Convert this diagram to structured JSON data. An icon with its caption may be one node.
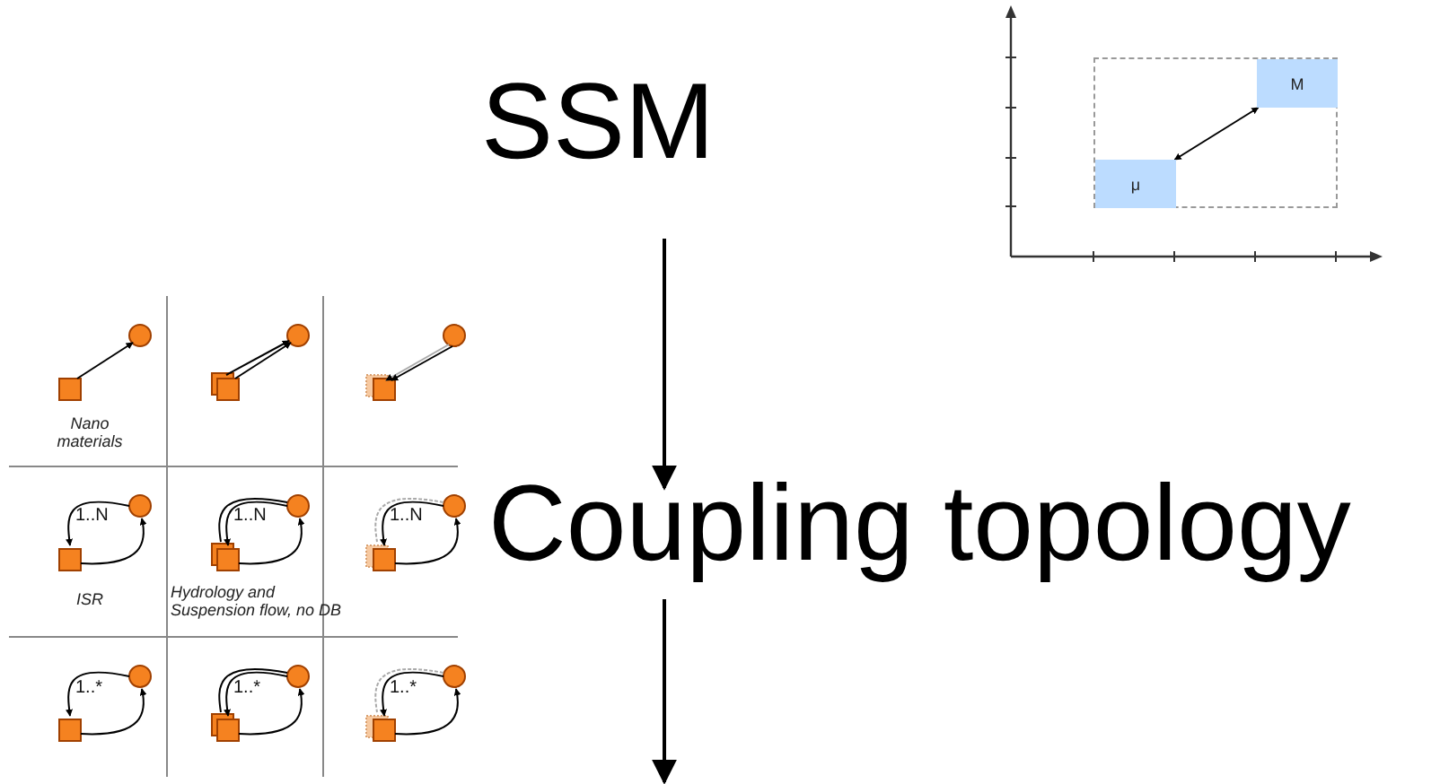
{
  "diagram": {
    "nodes": [
      {
        "text": [
          "SSM"
        ]
      },
      {
        "text": [
          "Coupling topology"
        ]
      },
      {
        "text": [],
        "shape": "box"
      },
      {
        "text": [
          "μ"
        ],
        "in": 2
      },
      {
        "text": [
          "M"
        ],
        "in": 2
      }
    ],
    "edges": [
      {
        "from": 0,
        "to": 1,
        "arrow": "to"
      },
      {
        "from": 1,
        "to": null,
        "arrow": "to"
      },
      {
        "from": 3,
        "to": 4,
        "arrow": "both"
      }
    ],
    "labels": [
      "Nano materials",
      "1..N",
      "1..N",
      "1..N",
      "ISR",
      "Hydrology and Suspension flow, no DB",
      "1..*",
      "1..*",
      "1..*"
    ]
  }
}
